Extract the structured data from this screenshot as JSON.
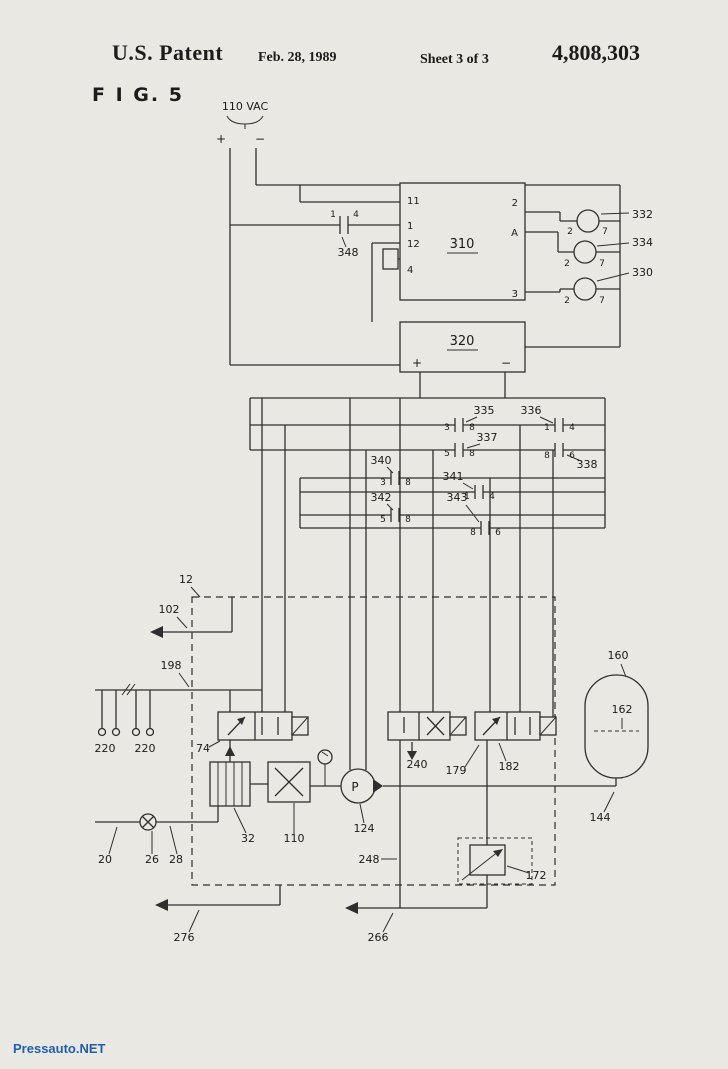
{
  "header": {
    "patent_label": "U.S. Patent",
    "date": "Feb. 28, 1989",
    "sheet": "Sheet 3 of 3",
    "patent_number": "4,808,303"
  },
  "figure_label": "F I G. 5",
  "footer": {
    "watermark": "Pressauto.NET"
  },
  "diagram": {
    "power": {
      "label": "110 VAC",
      "plus": "+",
      "minus": "−"
    },
    "box310": {
      "label": "310",
      "t11": "11",
      "t1": "1",
      "t12": "12",
      "t4": "4",
      "t2": "2",
      "tA": "A",
      "t3": "3"
    },
    "box320": {
      "label": "320",
      "plus": "+",
      "minus": "−"
    },
    "cap348": {
      "label": "348",
      "pin_left": "1",
      "pin_right": "4"
    },
    "motors": [
      {
        "label": "332",
        "pin_left": "2",
        "pin_right": "7"
      },
      {
        "label": "334",
        "pin_left": "2",
        "pin_right": "7"
      },
      {
        "label": "330",
        "pin_left": "2",
        "pin_right": "7"
      }
    ],
    "contacts": [
      {
        "label": "335",
        "pin_left": "3",
        "pin_right": "8"
      },
      {
        "label": "336",
        "pin_left": "1",
        "pin_right": "4"
      },
      {
        "label": "337",
        "pin_left": "5",
        "pin_right": "8"
      },
      {
        "label": "338",
        "pin_left": "8",
        "pin_right": "6"
      },
      {
        "label": "340",
        "pin_left": "3",
        "pin_right": "8"
      },
      {
        "label": "341",
        "pin_left": "1",
        "pin_right": "4"
      },
      {
        "label": "342",
        "pin_left": "5",
        "pin_right": "8"
      },
      {
        "label": "343",
        "pin_left": "8",
        "pin_right": "6"
      }
    ],
    "labels": {
      "enclosure": "12",
      "arrow_102": "102",
      "line_198": "198",
      "sensor_220a": "220",
      "sensor_220b": "220",
      "valve_74": "74",
      "valve_240": "240",
      "port_179": "179",
      "valve_182": "182",
      "accumulator_160": "160",
      "level_162": "162",
      "line_144": "144",
      "filter_32": "32",
      "fan_110": "110",
      "pump_124": "124",
      "pump_letter": "P",
      "inlet_20": "20",
      "valve_26": "26",
      "line_28": "28",
      "line_248": "248",
      "relief_172": "172",
      "arrow_276": "276",
      "arrow_266": "266"
    }
  }
}
